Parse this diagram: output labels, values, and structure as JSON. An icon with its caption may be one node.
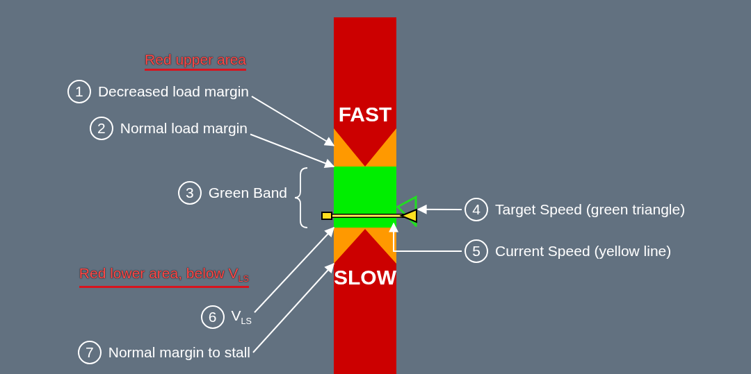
{
  "diagram": {
    "nodes": [
      {
        "text": [],
        "shape": "bar"
      },
      {
        "text": [
          "FAST"
        ],
        "in": 0
      },
      {
        "text": [],
        "shape": "box",
        "in": 0
      },
      {
        "text": [],
        "shape": "box",
        "in": 0
      },
      {
        "text": [
          "SLOW"
        ],
        "in": 0
      },
      {
        "text": [],
        "shape": "triangle"
      },
      {
        "text": [],
        "shape": "bar"
      },
      {
        "text": [
          "1",
          "Decreased load margin"
        ]
      },
      {
        "text": [
          "2",
          "Normal load margin"
        ]
      },
      {
        "text": [
          "3",
          "Green Band"
        ]
      },
      {
        "text": [
          "4",
          "Target Speed (green triangle)"
        ]
      },
      {
        "text": [
          "5",
          "Current Speed (yellow line)"
        ]
      },
      {
        "text": [
          "6",
          "V$_{LS}$"
        ]
      },
      {
        "text": [
          "7",
          "Normal margin to stall"
        ]
      }
    ],
    "edges": [
      {
        "from": 7,
        "to": 2,
        "arrow": "to"
      },
      {
        "from": 8,
        "to": 3,
        "arrow": "to"
      },
      {
        "from": 10,
        "to": 5,
        "arrow": "to"
      },
      {
        "from": 11,
        "to": 6,
        "arrow": "to"
      },
      {
        "from": 12,
        "to": 3,
        "arrow": "to"
      },
      {
        "from": 13,
        "to": 4,
        "arrow": "to"
      }
    ],
    "labels": [
      "Red upper area",
      "Red lower area, below V$_{LS}$"
    ]
  }
}
